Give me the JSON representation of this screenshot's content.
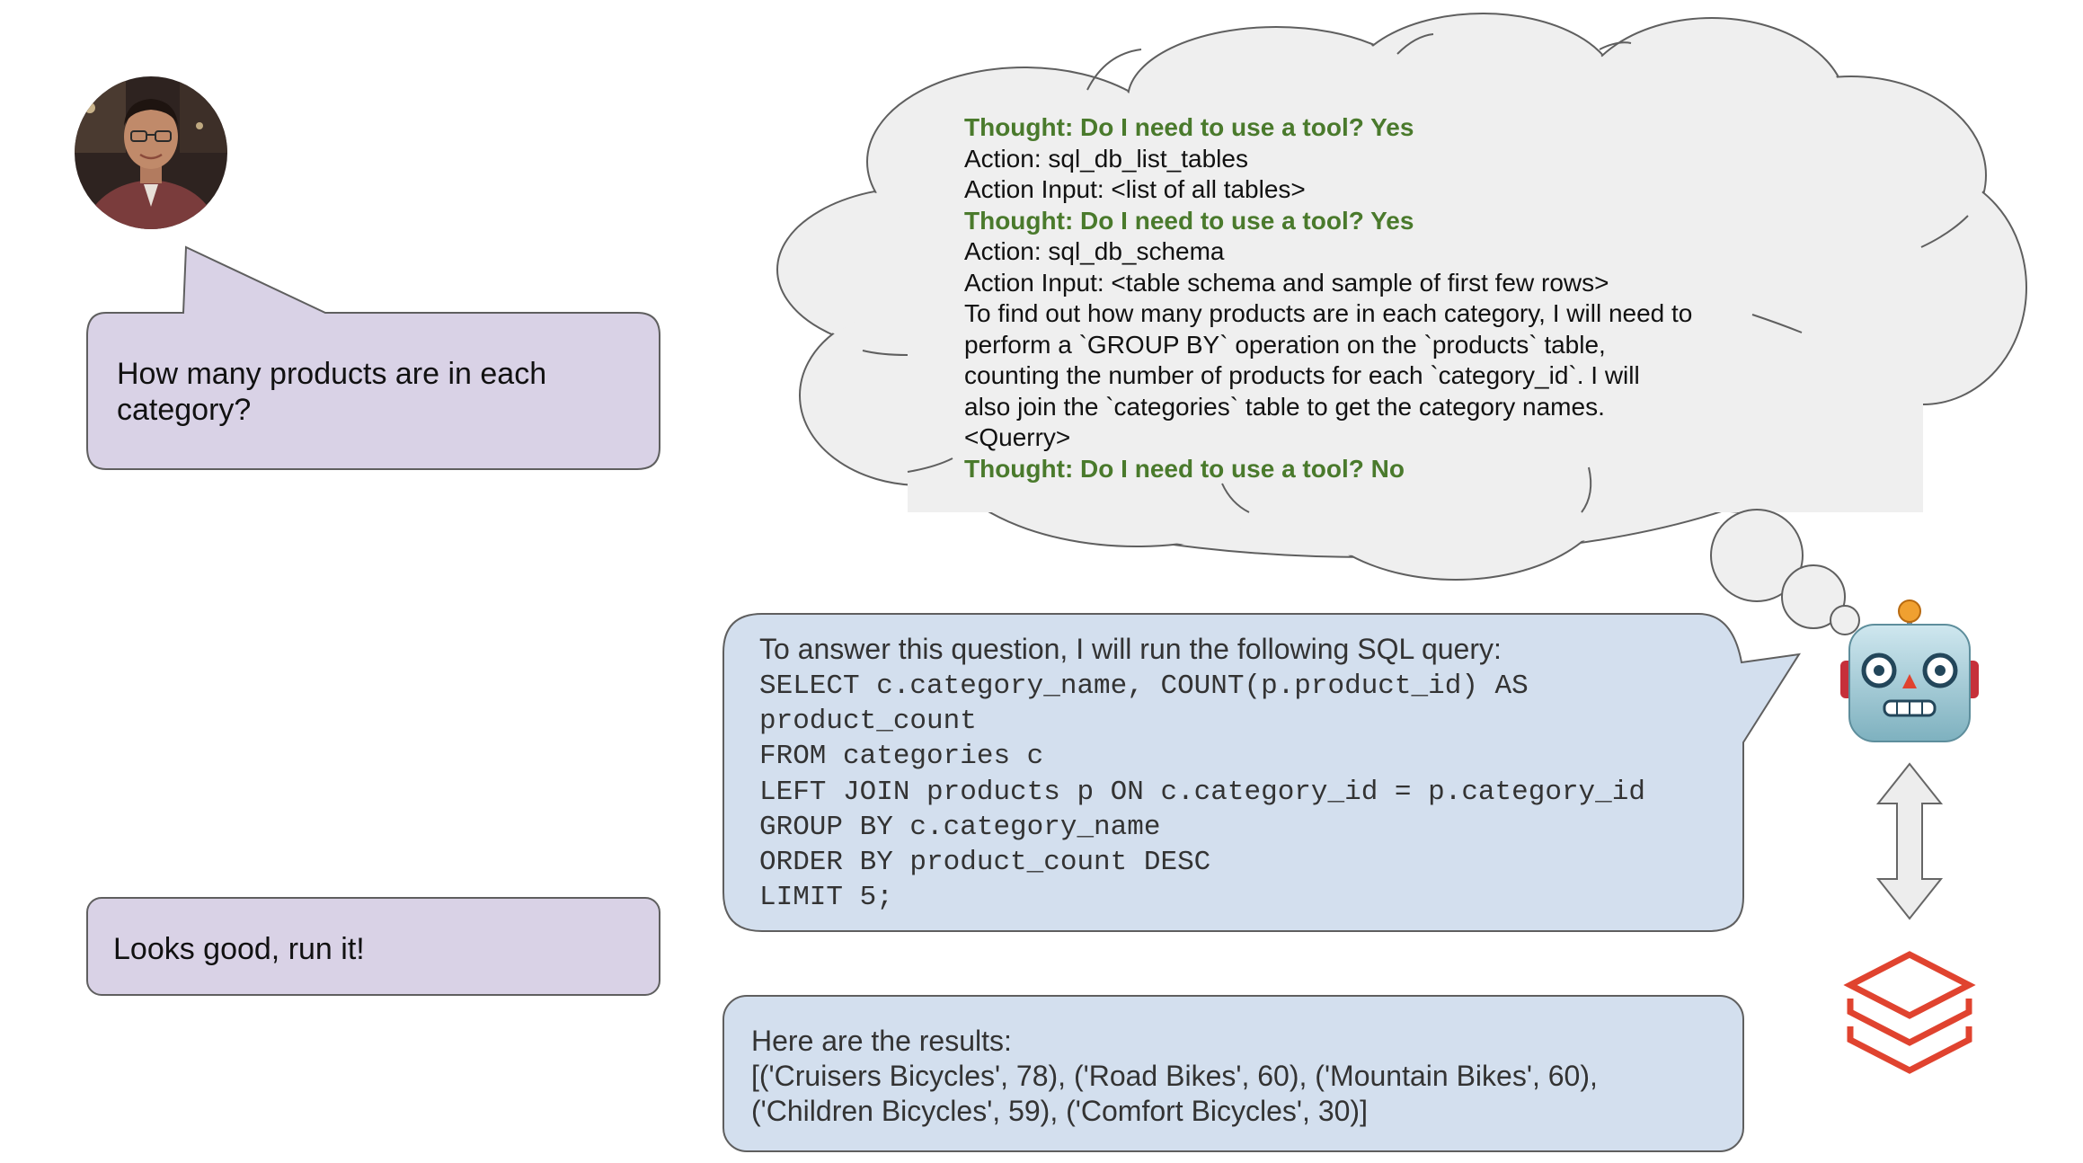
{
  "user": {
    "avatar_icon": "person-photo",
    "question": [
      "How many products are in each",
      "category?"
    ],
    "approval": "Looks good, run it!"
  },
  "agent": {
    "robot_icon": "robot-face-icon",
    "database_icon": "stacked-layers-database-icon",
    "link_icon": "double-arrow-icon",
    "thought_lines": [
      {
        "text": "Thought: Do I need to use a tool? Yes",
        "kind": "thought"
      },
      {
        "text": "Action: sql_db_list_tables",
        "kind": "plain"
      },
      {
        "text": "Action Input: <list of all tables>",
        "kind": "plain"
      },
      {
        "text": "Thought: Do I need to use a tool? Yes",
        "kind": "thought"
      },
      {
        "text": "Action: sql_db_schema",
        "kind": "plain"
      },
      {
        "text": "Action Input: <table schema and sample of first few rows>",
        "kind": "plain"
      },
      {
        "text": "To find out how many products are in each category, I will need to",
        "kind": "plain"
      },
      {
        "text": "perform a `GROUP BY` operation on the `products` table,",
        "kind": "plain"
      },
      {
        "text": "counting the number of products for each `category_id`. I will",
        "kind": "plain"
      },
      {
        "text": "also join the `categories` table to get the category names.",
        "kind": "plain"
      },
      {
        "text": "<Querry>",
        "kind": "plain"
      },
      {
        "text": "Thought: Do I need to use a tool? No",
        "kind": "thought"
      }
    ],
    "sql_intro": "To answer this question, I will run the following SQL query:",
    "sql_lines": [
      "SELECT c.category_name, COUNT(p.product_id) AS",
      "product_count",
      "FROM categories c",
      "LEFT JOIN products p ON c.category_id = p.category_id",
      "GROUP BY c.category_name",
      "ORDER BY product_count DESC",
      "LIMIT 5;"
    ],
    "results_lines": [
      "Here are the results:",
      "[('Cruisers Bicycles', 78), ('Road Bikes', 60), ('Mountain Bikes', 60),",
      "('Children Bicycles', 59), ('Comfort Bicycles', 30)]"
    ]
  },
  "colors": {
    "user_bubble": "#d9d2e6",
    "agent_bubble": "#d3dfee",
    "cloud": "#efefef",
    "outline": "#5f5f5f",
    "thought_green": "#4a7a2c",
    "database_red": "#e0432f"
  }
}
